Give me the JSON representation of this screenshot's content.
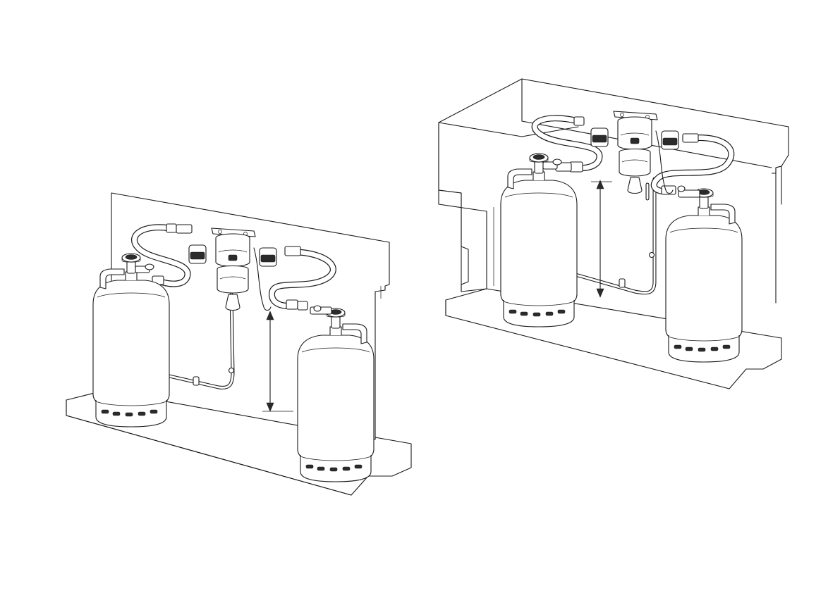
{
  "figures": [
    {
      "id": "left",
      "variant": "wall-mounted installation",
      "components": [
        "gas-cylinder-left",
        "gas-cylinder-right",
        "changeover-regulator",
        "flexible-hose-left",
        "flexible-hose-right",
        "rigid-outlet-pipe",
        "mounting-wall",
        "floor-base",
        "height-dimension-arrow"
      ]
    },
    {
      "id": "right",
      "variant": "cabinet installation",
      "components": [
        "gas-cylinder-left",
        "gas-cylinder-right",
        "changeover-regulator",
        "flexible-hose-left",
        "flexible-hose-right",
        "rigid-outlet-pipe",
        "cabinet-enclosure",
        "floor-base",
        "height-dimension-arrow"
      ]
    }
  ],
  "colors": {
    "line": "#1a1a1a",
    "background": "#ffffff",
    "fill": "#ffffff"
  }
}
